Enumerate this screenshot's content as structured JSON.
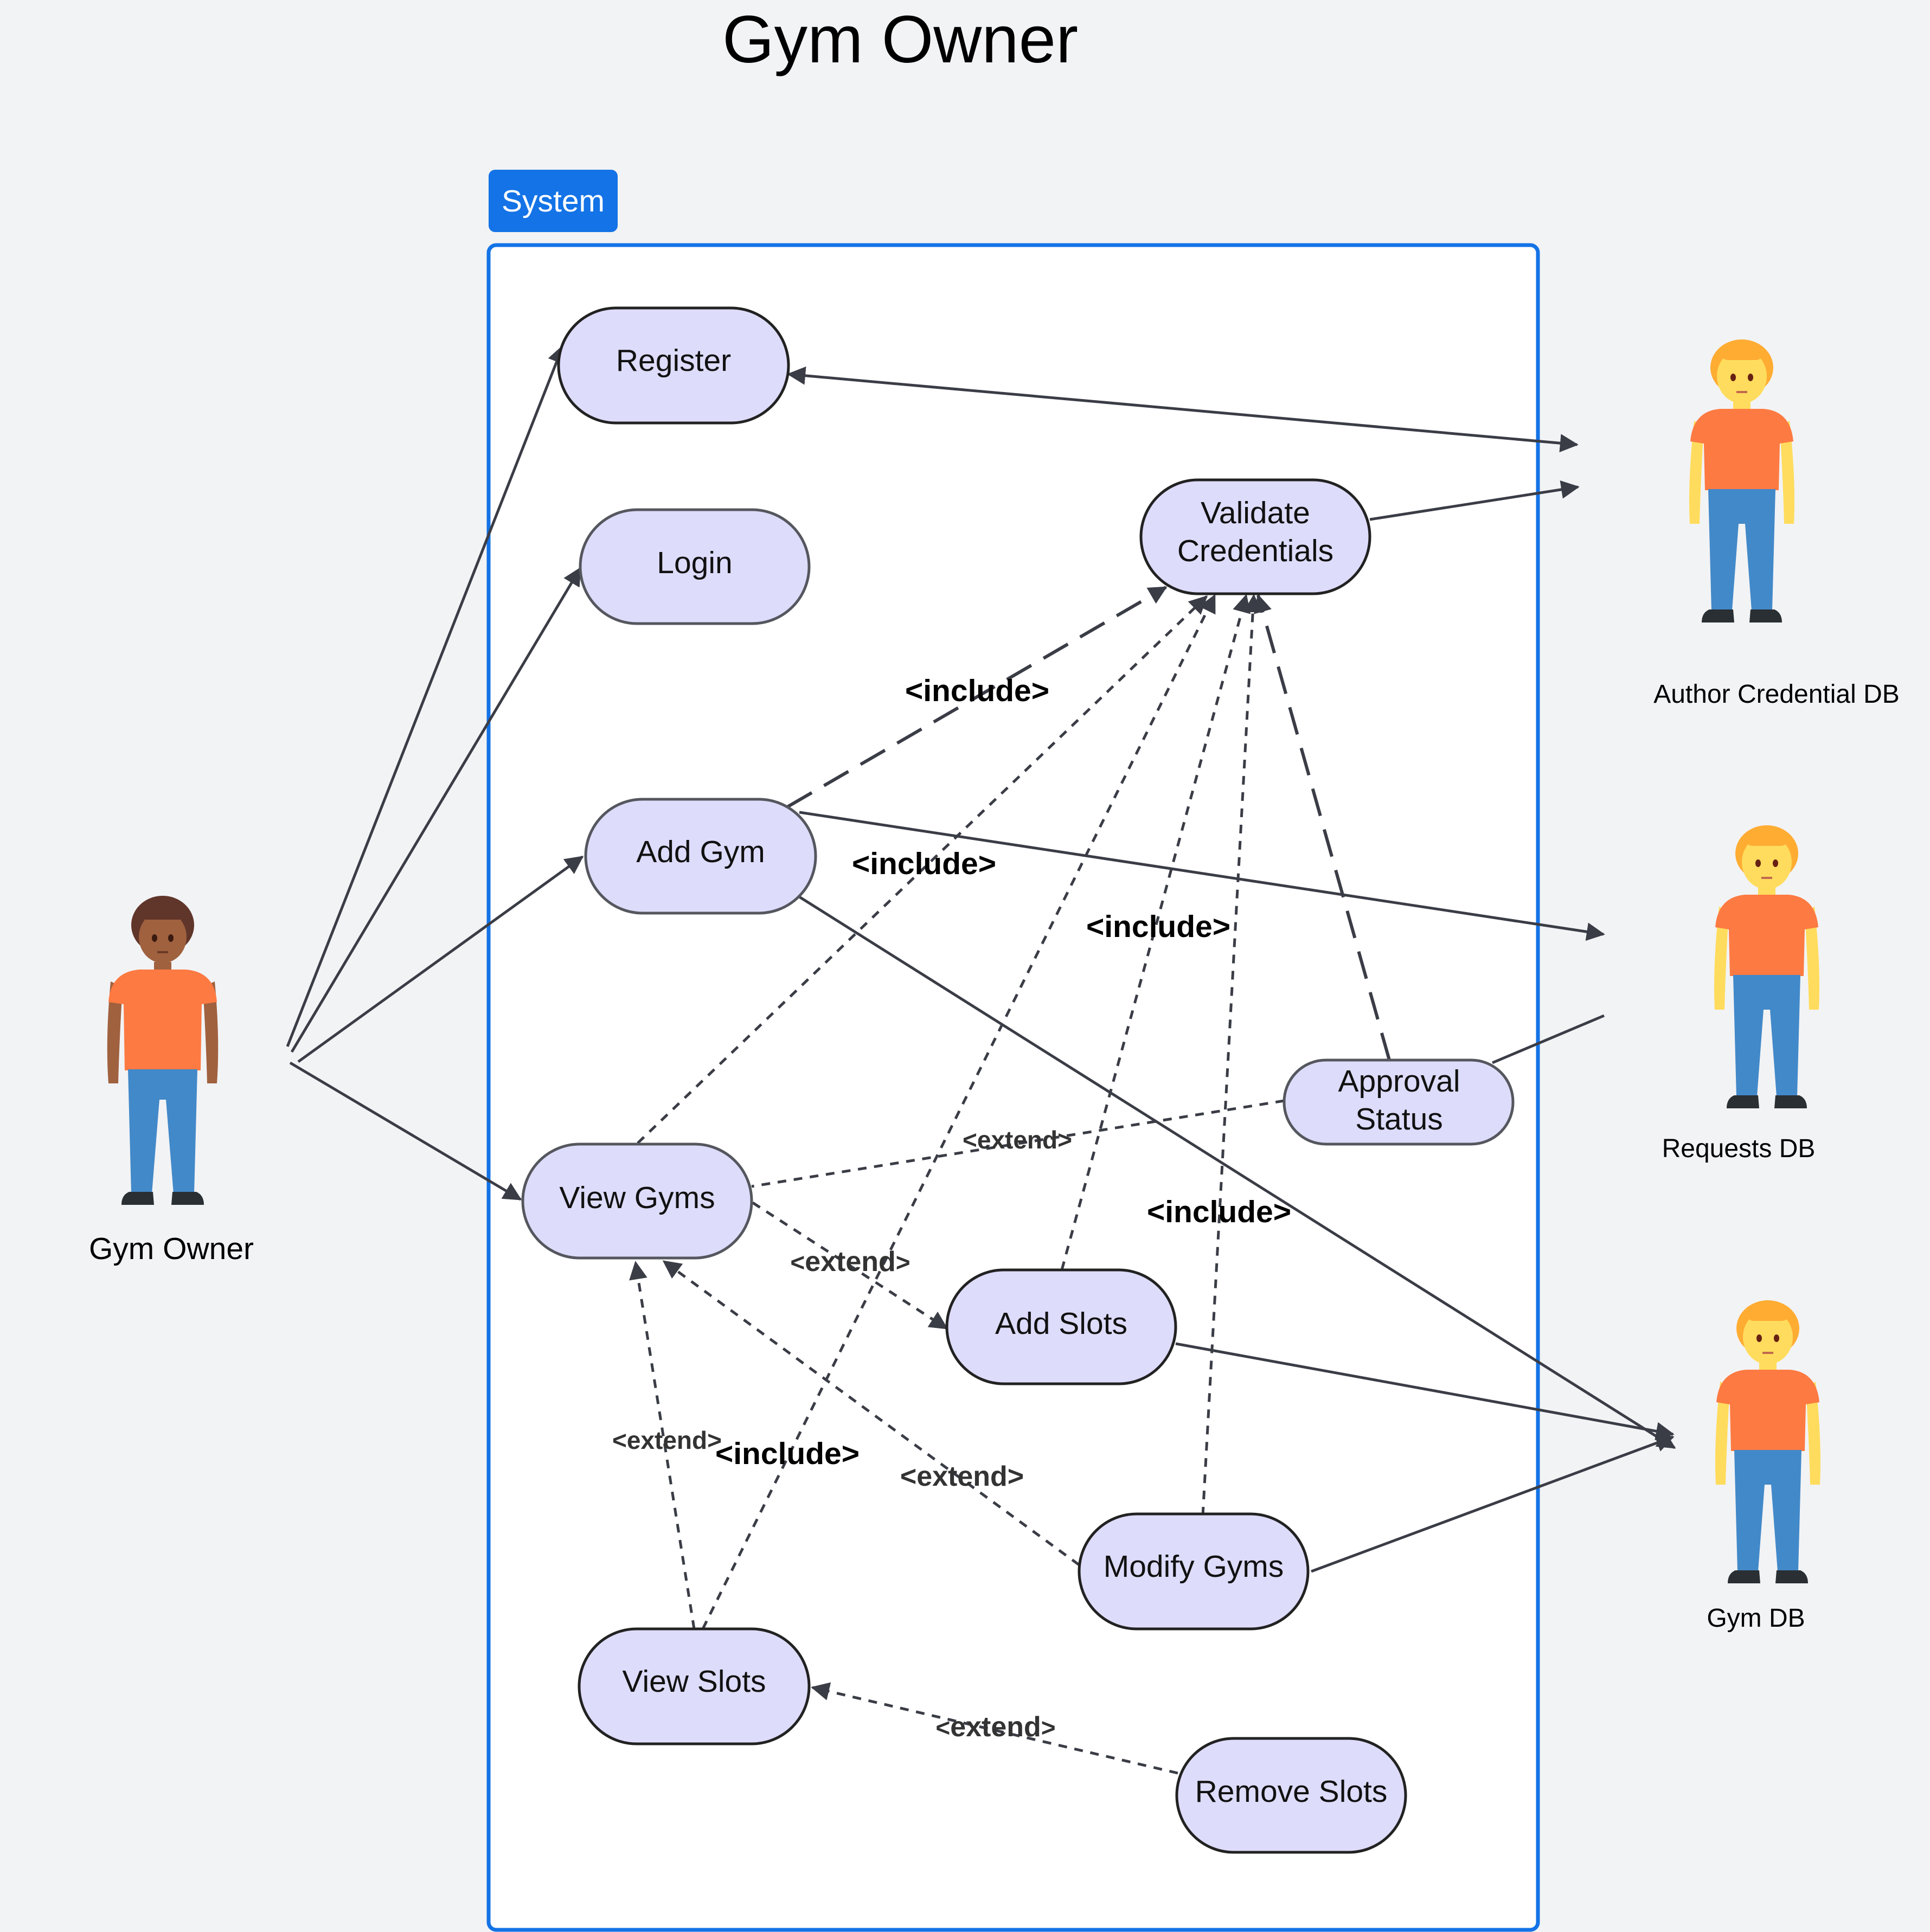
{
  "title": "Gym Owner",
  "system": {
    "label": "System"
  },
  "actors": {
    "gym_owner": "Gym Owner",
    "credential_db": "Author  Credential DB",
    "requests_db": "Requests DB",
    "gym_db": "Gym DB"
  },
  "use_cases": {
    "register": "Register",
    "login": "Login",
    "validate_line1": "Validate",
    "validate_line2": "Credentials",
    "add_gym": "Add Gym",
    "approval_line1": "Approval",
    "approval_line2": "Status",
    "view_gyms": "View Gyms",
    "add_slots": "Add Slots",
    "modify_gyms": "Modify  Gyms",
    "view_slots": "View Slots",
    "remove_slots": "Remove Slots"
  },
  "relation_labels": {
    "include": "<include>",
    "extend": "<extend>",
    "extend_open": "<",
    "extend_word": "extend",
    "extend_close": ">"
  },
  "colors": {
    "background": "#f2f3f5",
    "system_accent": "#1473e6",
    "use_case_fill": "#dddcfb",
    "line": "#3a3d46",
    "shirt": "#fd7a42",
    "pants": "#4289c9"
  }
}
